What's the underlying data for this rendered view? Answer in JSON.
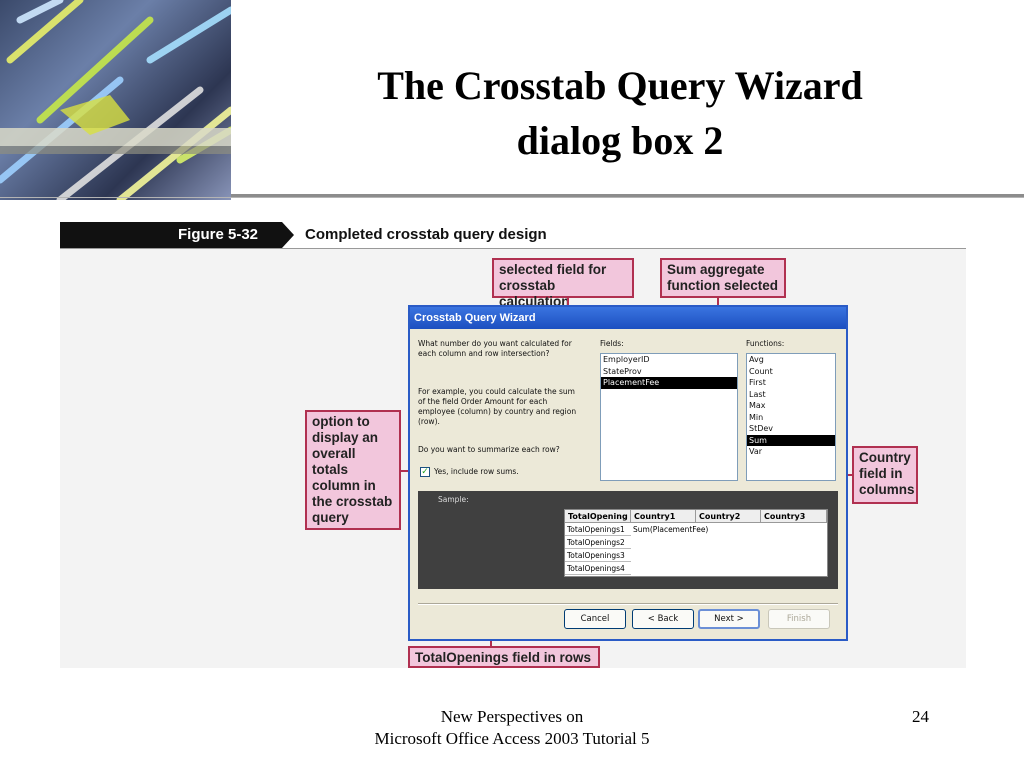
{
  "slide": {
    "title_line1": "The Crosstab Query Wizard",
    "title_line2": "dialog box 2",
    "footer_line1": "New Perspectives on",
    "footer_line2": "Microsoft Office Access 2003 Tutorial 5",
    "page_number": "24"
  },
  "figure": {
    "number": "Figure 5-32",
    "caption": "Completed crosstab query design"
  },
  "callouts": {
    "selected_field_l1": "selected field for",
    "selected_field_l2": "crosstab calculation",
    "sum_l1": "Sum aggregate",
    "sum_l2": "function selected",
    "option_l1": "option to",
    "option_l2": "display an",
    "option_l3": "overall totals",
    "option_l4": "column in",
    "option_l5": "the crosstab",
    "option_l6": "query",
    "country_l1": "Country",
    "country_l2": "field in",
    "country_l3": "columns",
    "total_openings": "TotalOpenings field in rows"
  },
  "dialog": {
    "title": "Crosstab Query Wizard",
    "question_l1": "What number do you want calculated for",
    "question_l2": "each column and row intersection?",
    "example_l1": "For example, you could calculate the sum",
    "example_l2": "of the field Order Amount for each",
    "example_l3": "employee (column)  by country and region",
    "example_l4": "(row).",
    "summarize_q": "Do you want to summarize each row?",
    "checkbox_label": "Yes, include row sums.",
    "checkbox_checked": true,
    "fields_label": "Fields:",
    "fields": [
      "EmployerID",
      "StateProv",
      "PlacementFee"
    ],
    "selected_field": "PlacementFee",
    "functions_label": "Functions:",
    "functions": [
      "Avg",
      "Count",
      "First",
      "Last",
      "Max",
      "Min",
      "StDev",
      "Sum",
      "Var"
    ],
    "selected_function": "Sum",
    "sample_label": "Sample:",
    "grid_headers": [
      "TotalOpening",
      "Country1",
      "Country2",
      "Country3"
    ],
    "grid_rows": [
      "TotalOpenings1",
      "TotalOpenings2",
      "TotalOpenings3",
      "TotalOpenings4"
    ],
    "grid_value": "Sum(PlacementFee)",
    "buttons": {
      "cancel": "Cancel",
      "back": "< Back",
      "next": "Next >",
      "finish": "Finish"
    }
  }
}
